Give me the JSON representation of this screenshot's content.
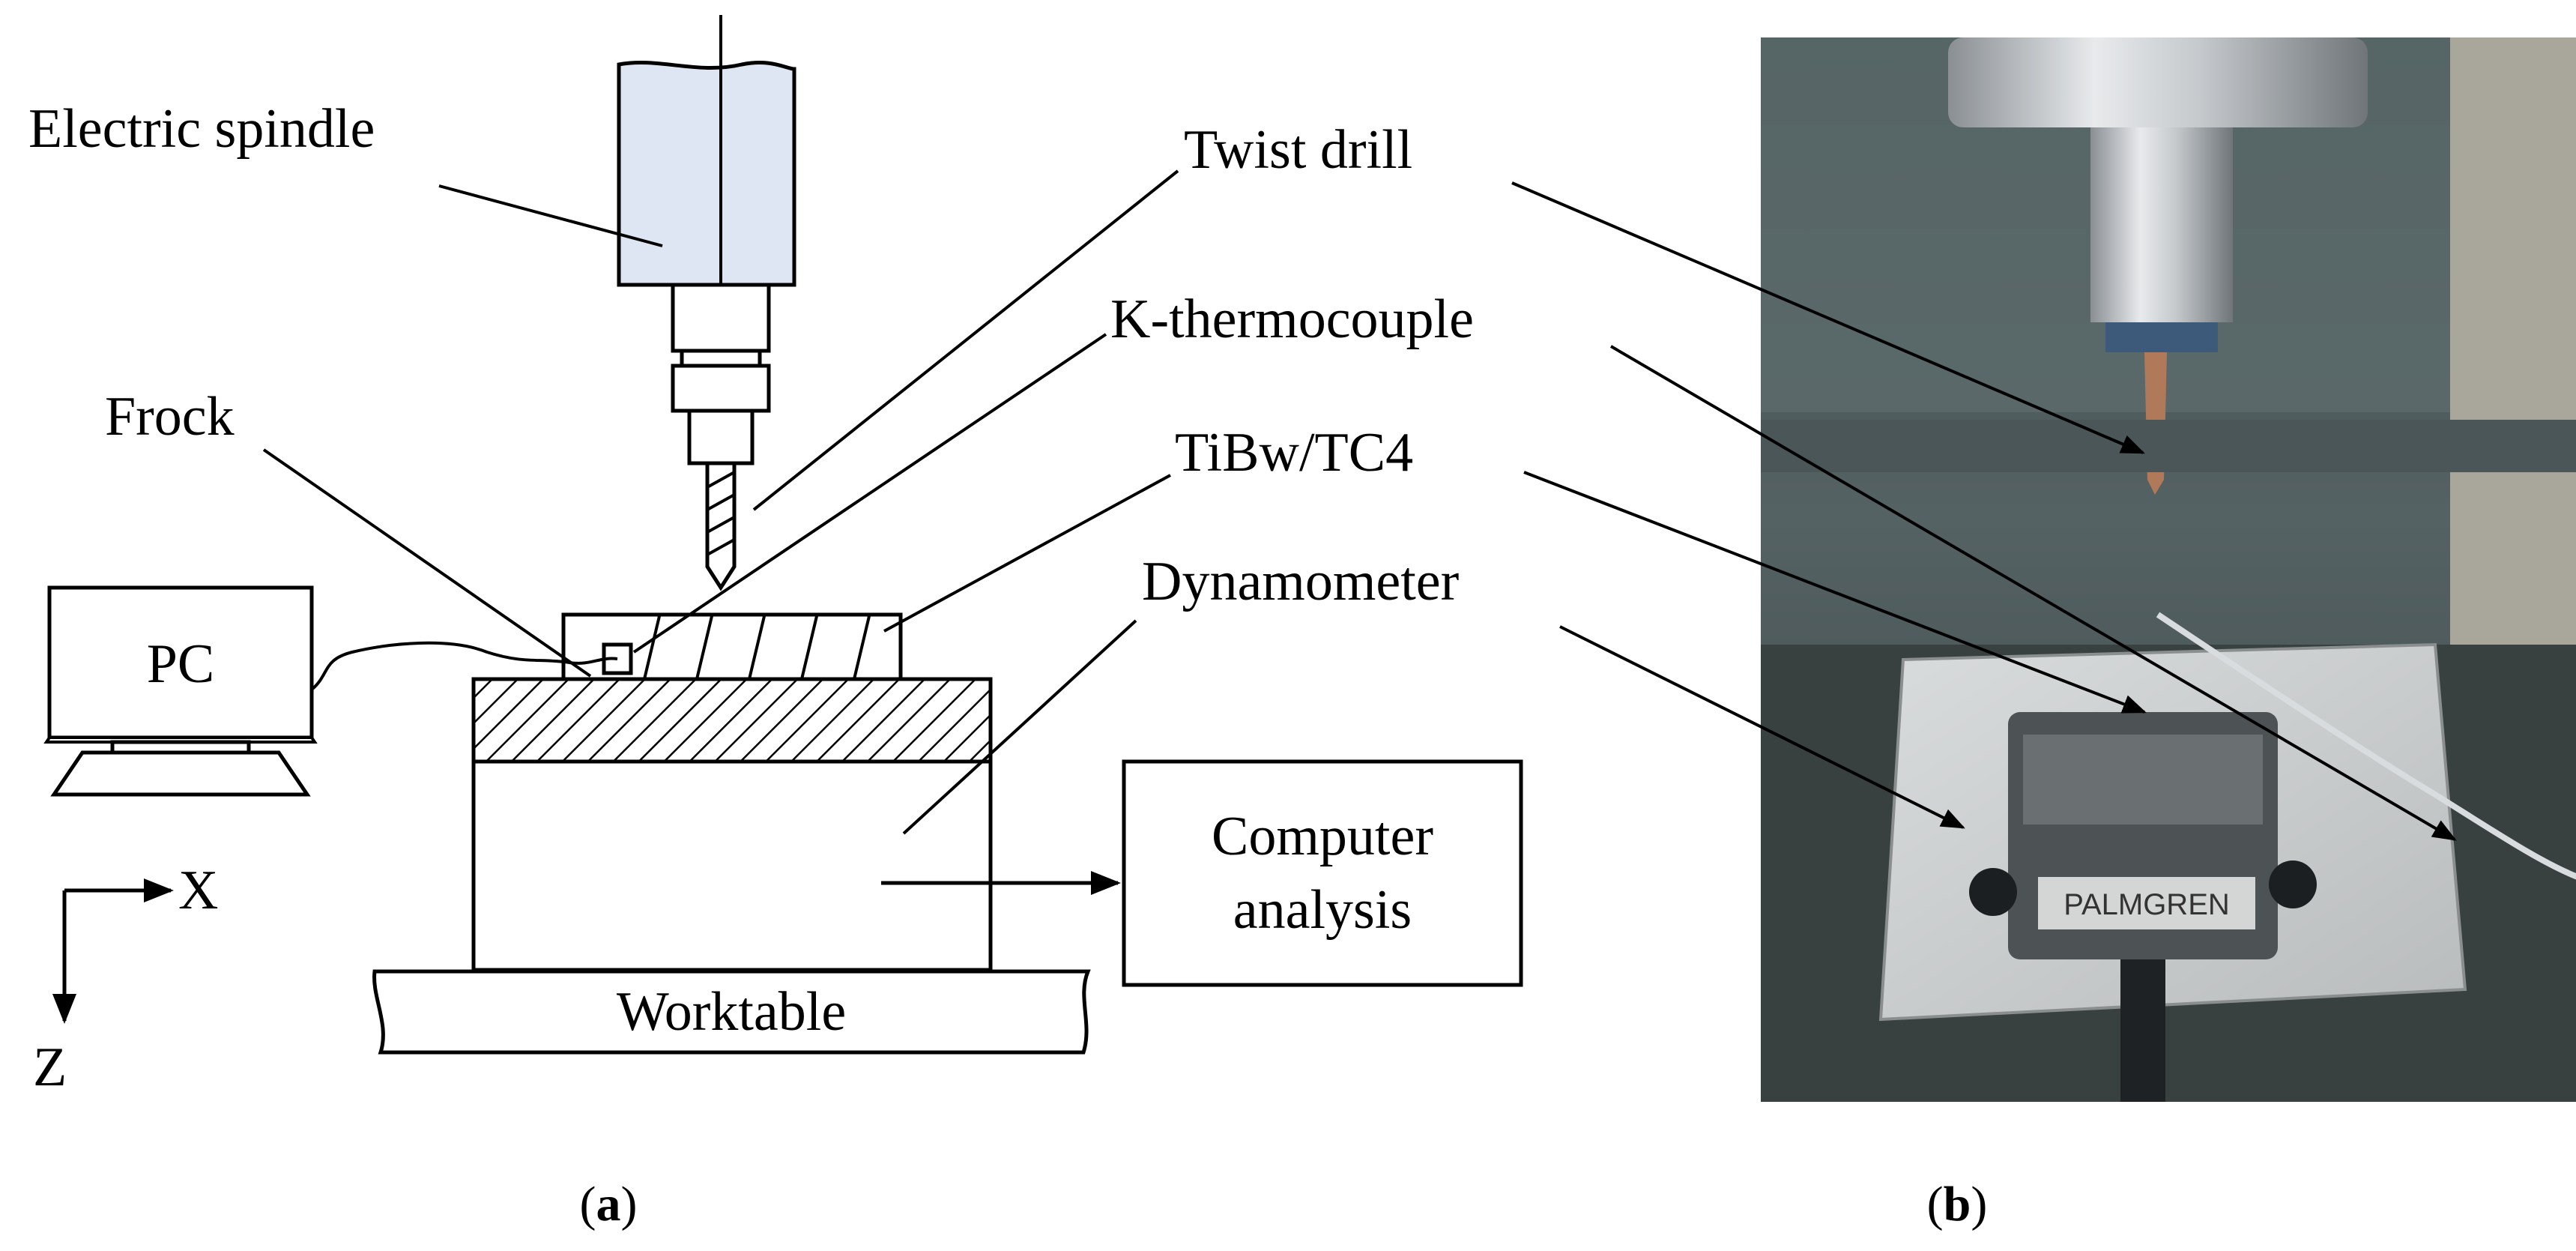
{
  "diagram": {
    "labels": {
      "electric_spindle": "Electric spindle",
      "twist_drill": "Twist drill",
      "k_thermocouple": "K-thermocouple",
      "frock": "Frock",
      "tibw_tc4": "TiBw/TC4",
      "pc": "PC",
      "dynamometer": "Dynamometer",
      "computer_analysis_line1": "Computer",
      "computer_analysis_line2": "analysis",
      "worktable": "Worktable",
      "axis_x": "X",
      "axis_z": "Z"
    },
    "photo_overlay": {
      "vise_brand": "PALMGREN"
    },
    "captions": {
      "a_letter": "a",
      "b_letter": "b"
    }
  }
}
